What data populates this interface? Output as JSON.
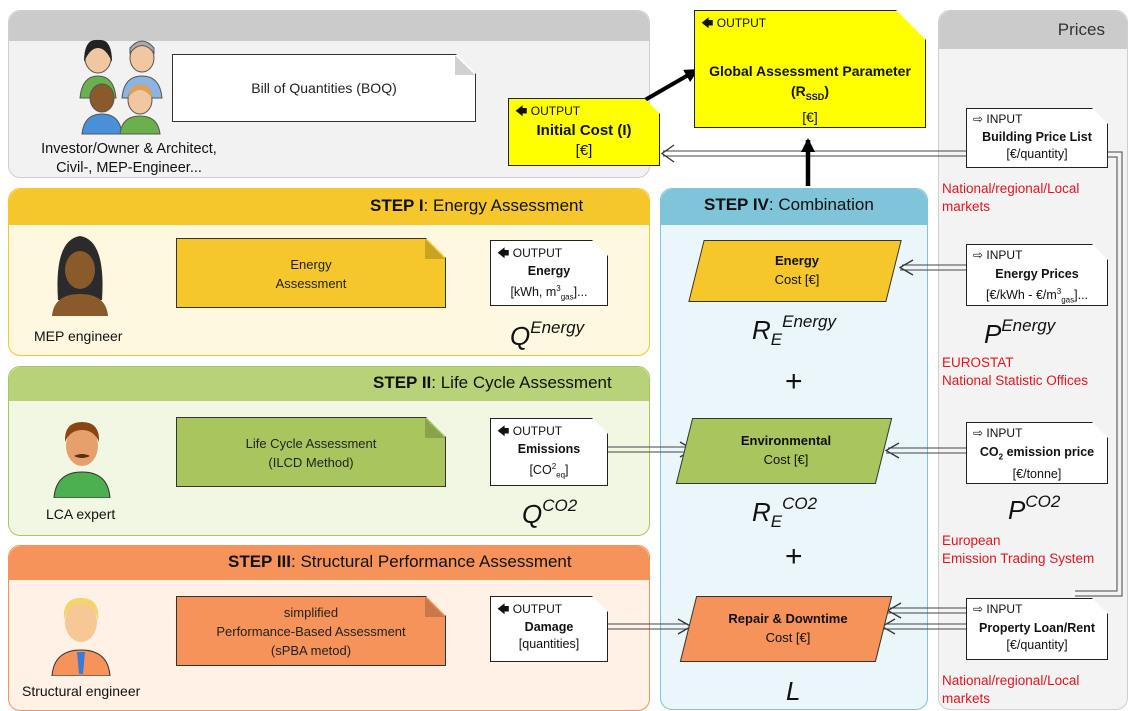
{
  "top": {
    "boq": "Bill of Quantities (BOQ)",
    "role_line1": "Investor/Owner & Architect,",
    "role_line2": "Civil-, MEP-Engineer...",
    "initial_cost": {
      "tag": "OUTPUT",
      "title": "Initial Cost (I)",
      "unit": "[€]"
    },
    "global": {
      "tag": "OUTPUT",
      "title": "Global Assessment Parameter",
      "symbol": "(R",
      "symbol_sub": "SSD",
      "symbol_close": ")",
      "unit": "[€]"
    }
  },
  "prices": {
    "title": "Prices",
    "building": {
      "tag": "INPUT",
      "title": "Building Price List",
      "unit": "[€/quantity]",
      "source": "National/regional/Local markets"
    },
    "energy": {
      "tag": "INPUT",
      "title": "Energy Prices",
      "unit_a": "[€/kWh - €/m",
      "unit_sup": "3",
      "unit_sub": "gas",
      "unit_b": "]...",
      "symbol": "P",
      "symbol_sup": "Energy",
      "source1": "EUROSTAT",
      "source2": "National Statistic Offices"
    },
    "co2": {
      "tag": "INPUT",
      "title_a": "CO",
      "title_sub": "2",
      "title_b": " emission price",
      "unit": "[€/tonne]",
      "symbol": "P",
      "symbol_sup": "CO2",
      "source1": "European",
      "source2": "Emission Trading System"
    },
    "loan": {
      "tag": "INPUT",
      "title": "Property Loan/Rent",
      "unit": "[€/quantity]",
      "source": "National/regional/Local markets"
    }
  },
  "step1": {
    "step": "STEP I",
    "title": ": Energy Assessment",
    "role": "MEP engineer",
    "note_line1": "Energy",
    "note_line2": "Assessment",
    "out_tag": "OUTPUT",
    "out_title": "Energy",
    "out_unit_a": "[kWh, m",
    "out_unit_sup": "3",
    "out_unit_sub": "gas",
    "out_unit_b": "]...",
    "symbol": "Q",
    "symbol_sup": "Energy"
  },
  "step2": {
    "step": "STEP II",
    "title": ": Life Cycle Assessment",
    "role": "LCA expert",
    "note_line1": "Life Cycle Assessment",
    "note_line2": "(ILCD Method)",
    "out_tag": "OUTPUT",
    "out_title": "Emissions",
    "out_unit_a": "[CO",
    "out_unit_sup": "2",
    "out_unit_sub": "eq",
    "out_unit_b": "]",
    "symbol": "Q",
    "symbol_sup": "CO2"
  },
  "step3": {
    "step": "STEP III",
    "title": ": Structural Performance Assessment",
    "role": "Structural engineer",
    "note_line1": "simplified",
    "note_line2": "Performance-Based Assessment",
    "note_line3": "(sPBA metod)",
    "out_tag": "OUTPUT",
    "out_title": "Damage",
    "out_unit": "[quantities]",
    "symbol": "L"
  },
  "step4": {
    "step": "STEP IV",
    "title": ": Combination",
    "energy": {
      "title": "Energy",
      "unit": "Cost [€]",
      "symbol": "R",
      "symbol_sub": "E",
      "symbol_sup": "Energy"
    },
    "env": {
      "title": "Environmental",
      "unit": "Cost [€]",
      "symbol": "R",
      "symbol_sub": "E",
      "symbol_sup": "CO2"
    },
    "repair": {
      "title": "Repair & Downtime",
      "unit": "Cost [€]"
    },
    "plus": "+"
  },
  "colors": {
    "step1": "#f5c72a",
    "step2": "#a9c65e",
    "step3": "#f5935a",
    "step4": "#7fc4d8",
    "yellow": "#ffff00",
    "red": "#e3141c"
  }
}
